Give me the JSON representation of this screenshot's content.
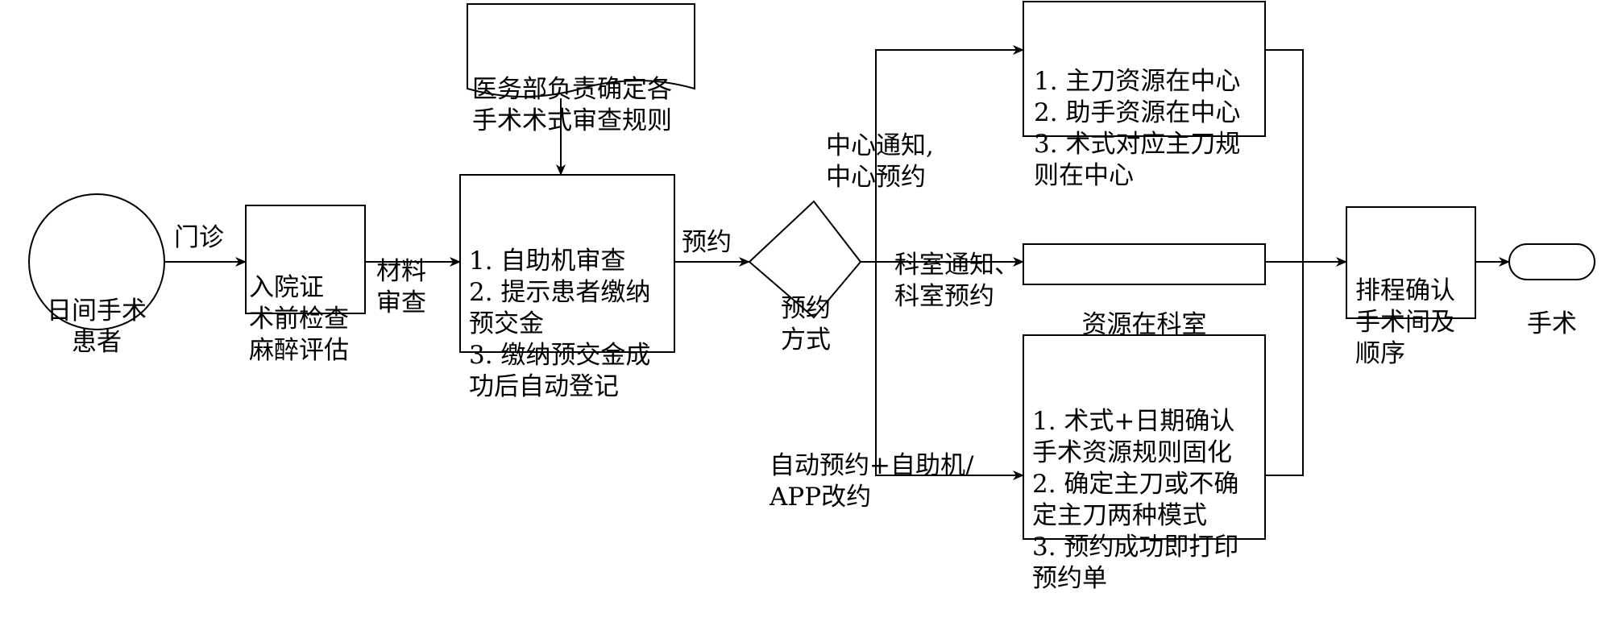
{
  "nodes": {
    "patient": {
      "lines": [
        "日间手术",
        "患者"
      ]
    },
    "admission": {
      "lines": [
        "入院证",
        "术前检查",
        "麻醉评估"
      ]
    },
    "rules_doc": {
      "lines": [
        "医务部负责确定各",
        "手术术式审查规则"
      ]
    },
    "self_service": {
      "lines": [
        "1. 自助机审查",
        "2. 提示患者缴纳",
        "预交金",
        "3. 缴纳预交金成",
        "功后自动登记"
      ]
    },
    "decision": {
      "lines": [
        "预约",
        "方式"
      ]
    },
    "center": {
      "lines": [
        "1. 主刀资源在中心",
        "2. 助手资源在中心",
        "3. 术式对应主刀规",
        "则在中心"
      ]
    },
    "dept": {
      "lines": [
        "资源在科室"
      ]
    },
    "auto": {
      "lines": [
        "1. 术式+日期确认",
        "手术资源规则固化",
        "2. 确定主刀或不确",
        "定主刀两种模式",
        "3. 预约成功即打印",
        "预约单"
      ]
    },
    "schedule": {
      "lines": [
        "排程确认",
        "手术间及",
        "顺序"
      ]
    },
    "surgery": {
      "lines": [
        "手术"
      ]
    }
  },
  "edge_labels": {
    "outpatient": "门诊",
    "material_check": [
      "材料",
      "审查"
    ],
    "appointment": "预约",
    "center_notify": [
      "中心通知,",
      "中心预约"
    ],
    "dept_notify": [
      "科室通知、",
      "科室预约"
    ],
    "auto_appoint": [
      "自动预约+自助机/",
      "APP改约"
    ]
  }
}
